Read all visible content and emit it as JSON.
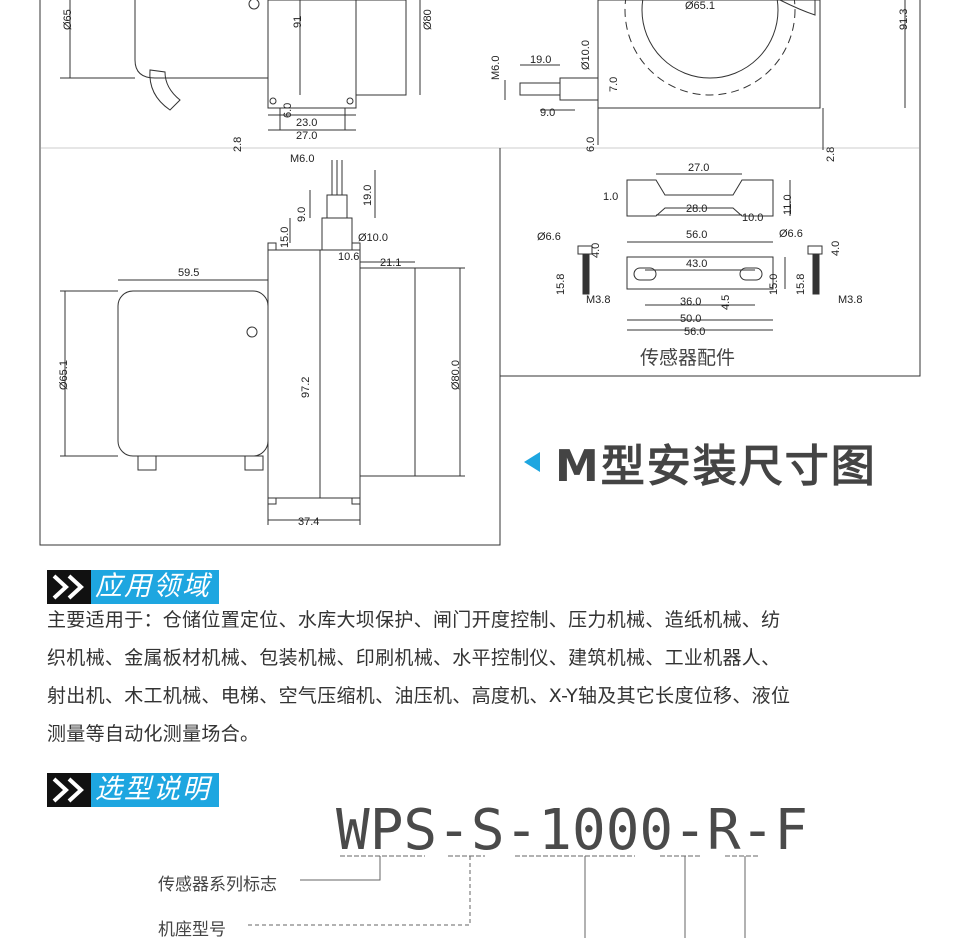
{
  "drawing": {
    "dims_top_left": [
      "Ø65",
      "91",
      "Ø80",
      "6.0",
      "23.0",
      "27.0",
      "2.8"
    ],
    "dims_top_right": [
      "Ø65.1",
      "91.3",
      "M6.0",
      "19.0",
      "Ø10.0",
      "7.0",
      "9.0",
      "6.0",
      "2.8"
    ],
    "dims_side": [
      "M6.0",
      "19.0",
      "9.0",
      "15.0",
      "Ø10.0",
      "10.6",
      "21.1",
      "59.5",
      "Ø65.1",
      "97.2",
      "Ø80.0",
      "37.4"
    ],
    "dims_accessory": [
      "27.0",
      "1.0",
      "28.0",
      "10.0",
      "11.0",
      "56.0",
      "Ø6.6",
      "4.0",
      "43.0",
      "15.8",
      "4.5",
      "15.0",
      "M3.8",
      "36.0",
      "50.0",
      "56.0",
      "Ø6.6",
      "4.0",
      "15.8",
      "M3.8"
    ],
    "accessories_label": "传感器配件",
    "title": "M型安装尺寸图"
  },
  "application": {
    "heading": "应用领域",
    "lines": [
      "主要适用于：仓储位置定位、水库大坝保护、闸门开度控制、压力机械、造纸机械、纺",
      "织机械、金属板材机械、包装机械、印刷机械、水平控制仪、建筑机械、工业机器人、",
      "射出机、木工机械、电梯、空气压缩机、油压机、高度机、X-Y轴及其它长度位移、液位",
      "测量等自动化测量场合。"
    ]
  },
  "selection": {
    "heading": "选型说明",
    "model": "WPS-S-1000-R-F",
    "labels": [
      "传感器系列标志",
      "机座型号"
    ]
  },
  "colors": {
    "accent": "#1ea6e0",
    "line": "#333333",
    "dark": "#111111"
  }
}
